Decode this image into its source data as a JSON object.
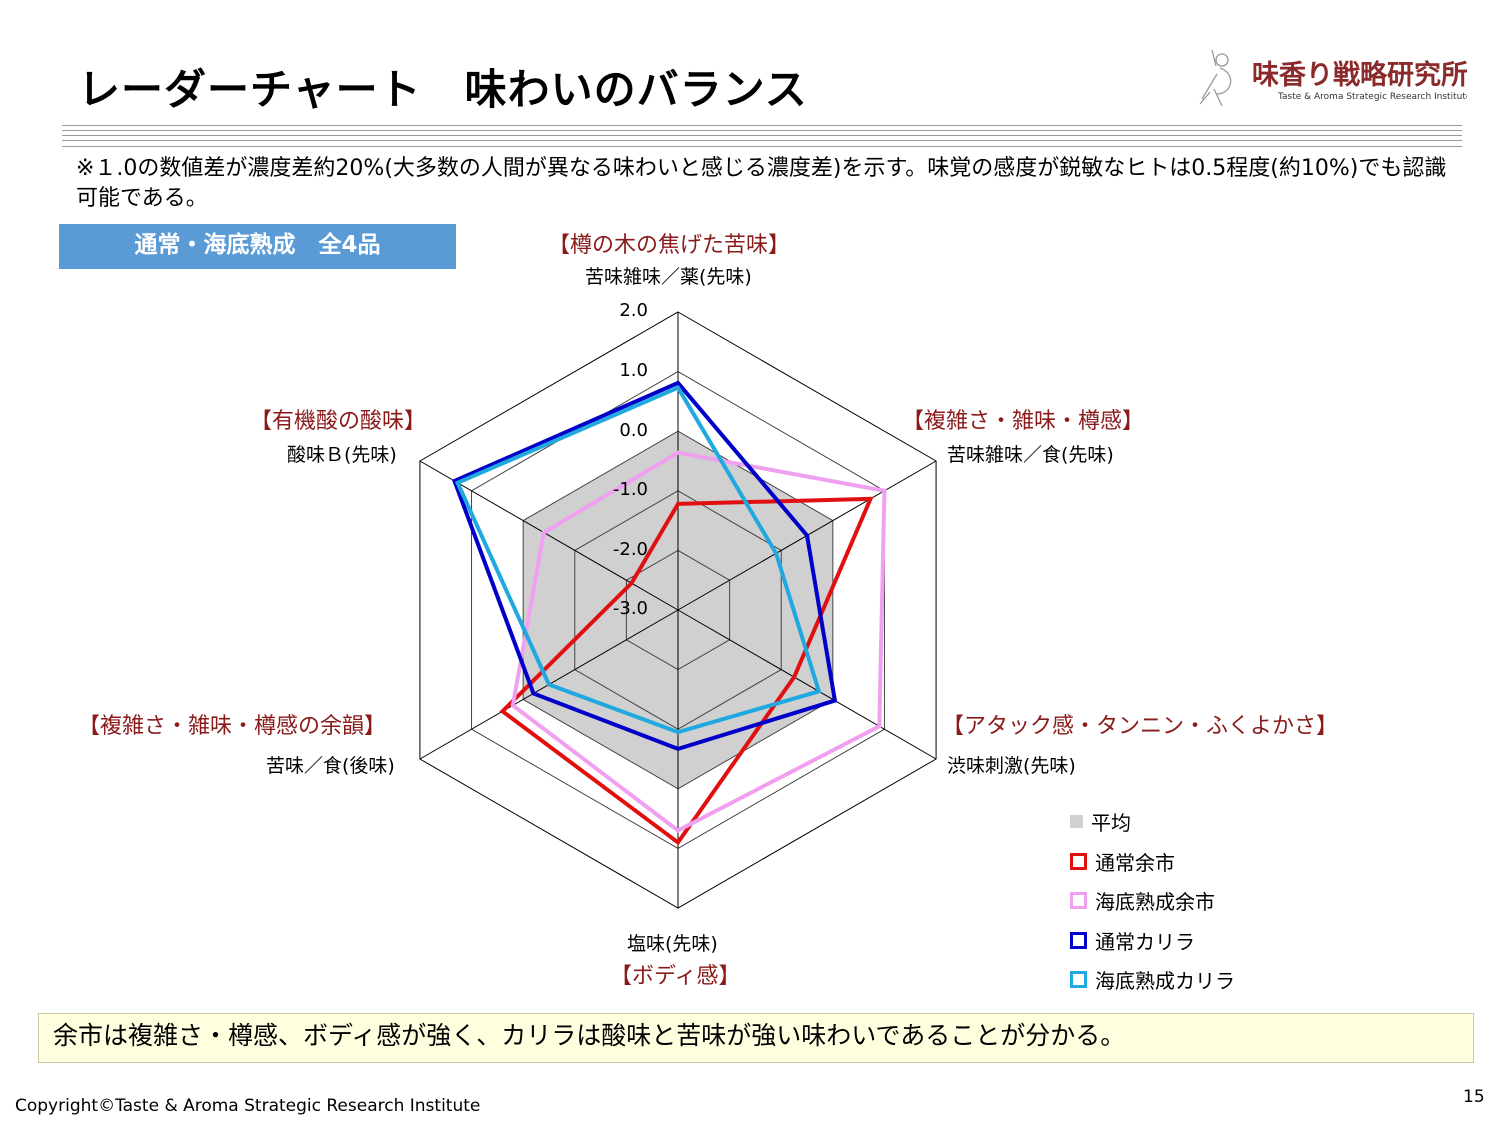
{
  "title": "レーダーチャート　味わいのバランス",
  "logo": {
    "name": "味香り戦略研究所",
    "subtitle": "Taste & Aroma Strategic Research Institute"
  },
  "note": "※１.0の数値差が濃度差約20%(大多数の人間が異なる味わいと感じる濃度差)を示す。味覚の感度が鋭敏なヒトは0.5程度(約10%)でも認識可能である。",
  "badge": "通常・海底熟成　全4品",
  "summary": "余市は複雑さ・樽感、ボディ感が強く、カリラは酸味と苦味が強い味わいであることが分かる。",
  "copyright": "Copyright©Taste & Aroma Strategic Research Institute",
  "page_number": "15",
  "chart_data": {
    "type": "radar",
    "axes": [
      {
        "label": "苦味雑味／薬(先味)",
        "category": "【樽の木の焦げた苦味】"
      },
      {
        "label": "苦味雑味／食(先味)",
        "category": "【複雑さ・雑味・樽感】"
      },
      {
        "label": "渋味刺激(先味)",
        "category": "【アタック感・タンニン・ふくよかさ】"
      },
      {
        "label": "塩味(先味)",
        "category": "【ボディ感】"
      },
      {
        "label": "苦味／食(後味)",
        "category": "【複雑さ・雑味・樽感の余韻】"
      },
      {
        "label": "酸味Ｂ(先味)",
        "category": "【有機酸の酸味】"
      }
    ],
    "ticks": [
      "2.0",
      "1.0",
      "0.0",
      "-1.0",
      "-2.0",
      "-3.0"
    ],
    "range": [
      -3,
      2
    ],
    "series": [
      {
        "name": "平均",
        "color": "#d0d0d0",
        "fill": true,
        "values": [
          0,
          0,
          0,
          0,
          0,
          0
        ]
      },
      {
        "name": "通常余市",
        "color": "#e01010",
        "values": [
          -1.22,
          0.73,
          -0.75,
          0.9,
          0.4,
          -2.1
        ]
      },
      {
        "name": "海底熟成余市",
        "color": "#f0a0f0",
        "values": [
          -0.36,
          1.0,
          0.9,
          0.7,
          0.2,
          -0.4
        ]
      },
      {
        "name": "通常カリラ",
        "color": "#0000c8",
        "values": [
          0.81,
          -0.5,
          0.04,
          -0.67,
          -0.2,
          1.33
        ]
      },
      {
        "name": "海底熟成カリラ",
        "color": "#20a8e0",
        "values": [
          0.73,
          -1.1,
          -0.27,
          -0.95,
          -0.5,
          1.27
        ]
      }
    ]
  }
}
